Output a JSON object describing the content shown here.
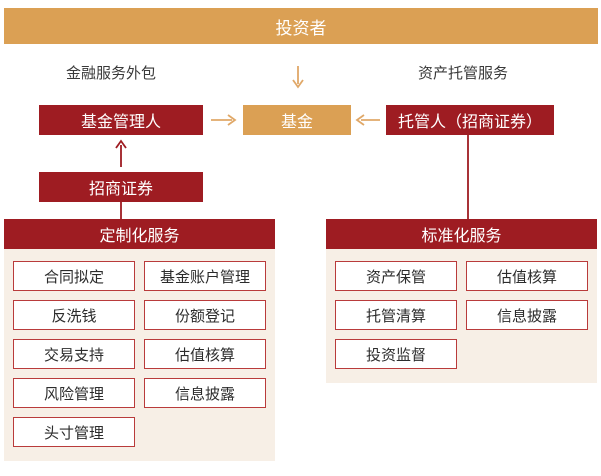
{
  "investor": {
    "label": "投资者"
  },
  "captions": {
    "left": "金融服务外包",
    "right": "资产托管服务"
  },
  "fund_manager": {
    "label": "基金管理人"
  },
  "fund": {
    "label": "基金"
  },
  "custodian": {
    "label": "托管人（招商证券）"
  },
  "cms": {
    "label": "招商证券"
  },
  "custom_services": {
    "title": "定制化服务",
    "items": [
      "合同拟定",
      "基金账户管理",
      "反洗钱",
      "份额登记",
      "交易支持",
      "估值核算",
      "风险管理",
      "信息披露",
      "头寸管理"
    ]
  },
  "standard_services": {
    "title": "标准化服务",
    "items": [
      "资产保管",
      "估值核算",
      "托管清算",
      "信息披露",
      "投资监督"
    ]
  },
  "colors": {
    "gold": "#dba054",
    "red": "#9e1c22",
    "panel": "#f7efe6",
    "item_border": "#b93b3b",
    "arrow": "#e0a868"
  }
}
